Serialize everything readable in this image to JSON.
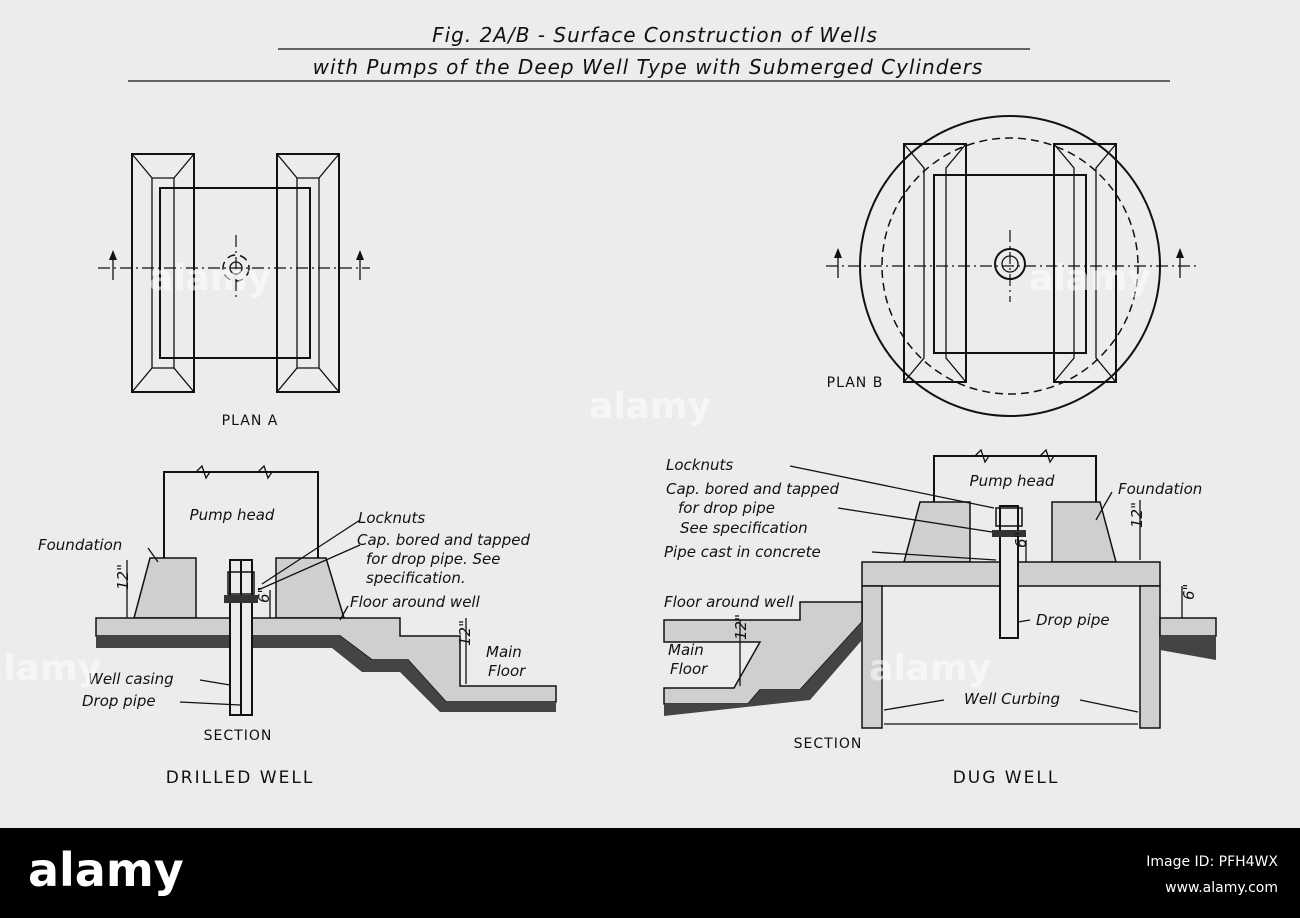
{
  "figure": {
    "title_line1": "Fig. 2A/B - Surface Construction of Wells",
    "title_line2": "with Pumps of the Deep Well Type with Submerged Cylinders"
  },
  "drilled_well": {
    "plan_label": "PLAN A",
    "section_label": "SECTION",
    "caption": "DRILLED WELL",
    "labels": {
      "pump_head": "Pump head",
      "locknuts": "Locknuts",
      "cap_line1": "Cap. bored and tapped",
      "cap_line2": "for drop pipe. See",
      "cap_line3": "specification.",
      "foundation": "Foundation",
      "dim_12": "12\"",
      "dim_6": "6\"",
      "floor_around_well": "Floor around well",
      "main_floor_line1": "Main",
      "main_floor_line2": "Floor",
      "well_casing": "Well casing",
      "drop_pipe": "Drop pipe"
    }
  },
  "dug_well": {
    "plan_label": "PLAN B",
    "section_label": "SECTION",
    "caption": "DUG WELL",
    "labels": {
      "locknuts": "Locknuts",
      "cap_line1": "Cap. bored and tapped",
      "cap_line2": "for drop pipe",
      "cap_line3": "See specification",
      "pipe_cast": "Pipe cast in concrete",
      "pump_head": "Pump head",
      "foundation": "Foundation",
      "dim_12": "12\"",
      "dim_6": "6\"",
      "floor_around_well": "Floor around well",
      "main_floor_line1": "Main",
      "main_floor_line2": "Floor",
      "drop_pipe": "Drop pipe",
      "well_curbing": "Well Curbing"
    }
  },
  "watermark": {
    "text": "alamy"
  },
  "footer": {
    "logo": "alamy",
    "image_id": "Image ID: PFH4WX",
    "url": "www.alamy.com"
  }
}
